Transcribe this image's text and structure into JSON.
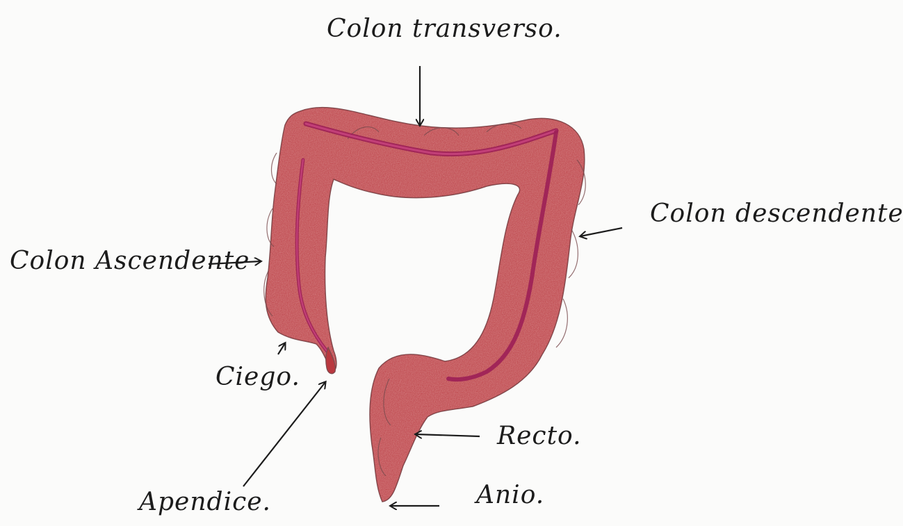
{
  "labels": {
    "transverse": "Colon transverso.",
    "descending": "Colon descendente.",
    "ascending": "Colon Ascendente",
    "cecum": "Ciego.",
    "rectum": "Recto.",
    "anus": "Anio.",
    "appendix": "Apendice."
  },
  "colors": {
    "tissue": "#c7565d",
    "tissue_dark": "#a5343d",
    "tissue_light": "#d98a8c",
    "vessel": "#a0205a",
    "ink": "#1c1c1c"
  }
}
